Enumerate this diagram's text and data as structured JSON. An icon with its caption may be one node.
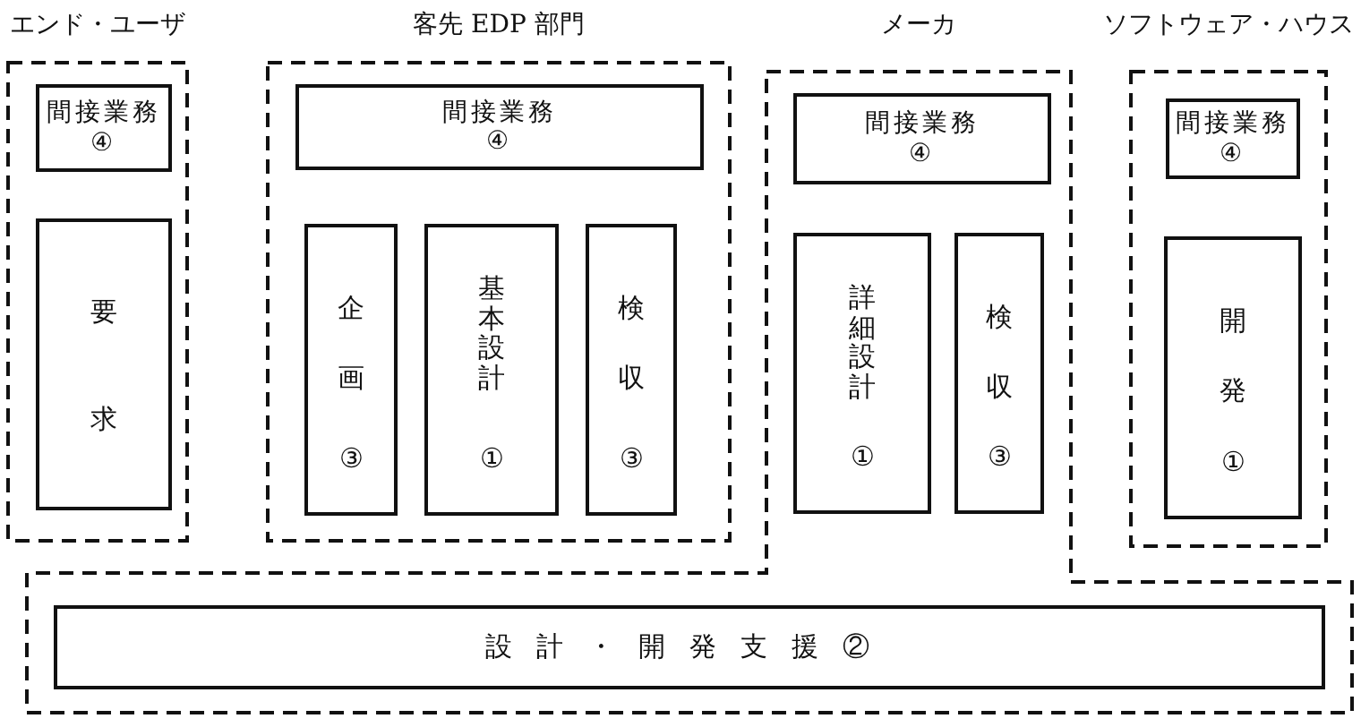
{
  "diagram": {
    "nodes": [
      {
        "text": [
          "エンド・ユーザ"
        ]
      },
      {
        "text": [
          "間接業務",
          "④"
        ],
        "in": 0
      },
      {
        "text": [
          "要求"
        ],
        "in": 0
      },
      {
        "text": [
          "客先 EDP 部門"
        ]
      },
      {
        "text": [
          "間接業務",
          "④"
        ],
        "in": 3
      },
      {
        "text": [
          "企画",
          "③"
        ],
        "in": 3
      },
      {
        "text": [
          "基本設計",
          "①"
        ],
        "in": 3
      },
      {
        "text": [
          "検収",
          "③"
        ],
        "in": 3
      },
      {
        "text": [
          "メーカ"
        ]
      },
      {
        "text": [
          "間接業務",
          "④"
        ],
        "in": 8
      },
      {
        "text": [
          "詳細設計",
          "①"
        ],
        "in": 8
      },
      {
        "text": [
          "検収",
          "③"
        ],
        "in": 8
      },
      {
        "text": [
          "設計・開発支援②"
        ],
        "in": 8
      },
      {
        "text": [
          "ソフトウェア・ハウス"
        ]
      },
      {
        "text": [
          "間接業務",
          "④"
        ],
        "in": 13
      },
      {
        "text": [
          "開発",
          "①"
        ],
        "in": 13
      }
    ]
  }
}
